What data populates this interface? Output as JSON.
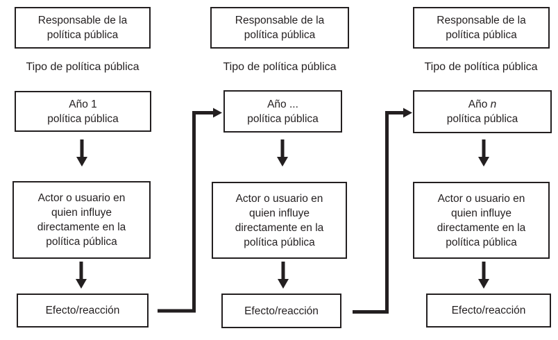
{
  "diagram": {
    "colors": {
      "line": "#231f20",
      "background": "#ffffff"
    },
    "columns": [
      {
        "responsible_lines": [
          "Responsable de la",
          "política pública"
        ],
        "type_label": "Tipo de política pública",
        "year_word": "Año",
        "year_value": "1",
        "year_line2": "política pública",
        "actor_lines": [
          "Actor o usuario en",
          "quien influye",
          "directamente en la",
          "política pública"
        ],
        "effect_label": "Efecto/reacción"
      },
      {
        "responsible_lines": [
          "Responsable de la",
          "política pública"
        ],
        "type_label": "Tipo de política pública",
        "year_word": "Año",
        "year_value": "...",
        "year_line2": "política pública",
        "actor_lines": [
          "Actor o usuario en",
          "quien influye",
          "directamente en la",
          "política pública"
        ],
        "effect_label": "Efecto/reacción"
      },
      {
        "responsible_lines": [
          "Responsable de la",
          "política pública"
        ],
        "type_label": "Tipo de política pública",
        "year_word": "Año",
        "year_value": "n",
        "year_line2": "política pública",
        "actor_lines": [
          "Actor o usuario en",
          "quien influye",
          "directamente en la",
          "política pública"
        ],
        "effect_label": "Efecto/reacción"
      }
    ]
  }
}
